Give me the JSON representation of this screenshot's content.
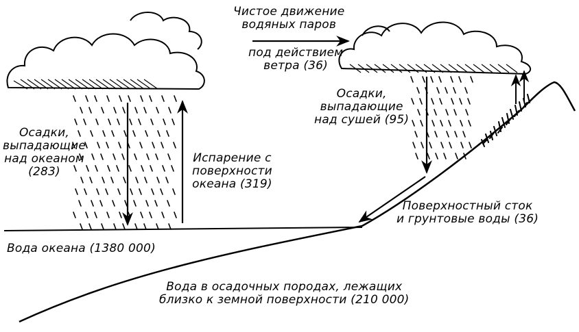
{
  "colors": {
    "ink": "#000000",
    "paper": "#ffffff"
  },
  "labels": {
    "wind_transport": [
      "Чистое движение",
      "водяных паров"
    ],
    "wind_force": [
      "под действием",
      "ветра (36)"
    ],
    "ocean_precip": [
      "Осадки,",
      "выпадающие",
      "над океаном",
      "(283)"
    ],
    "evaporation": [
      "Испарение с",
      "поверхности",
      "океана (319)"
    ],
    "land_precip": [
      "Осадки,",
      "выпадающие",
      "над сушей (95)"
    ],
    "runoff": [
      "Поверхностный сток",
      "и грунтовые воды (36)"
    ],
    "ocean_water": "Вода океана (1380 000)",
    "sediment_water": [
      "Вода в осадочных породах, лежащих",
      "близко к земной поверхности (210 000)"
    ]
  },
  "icons": [
    "cloud-icon",
    "rain-icon",
    "arrow-icon",
    "vegetation-icon"
  ]
}
